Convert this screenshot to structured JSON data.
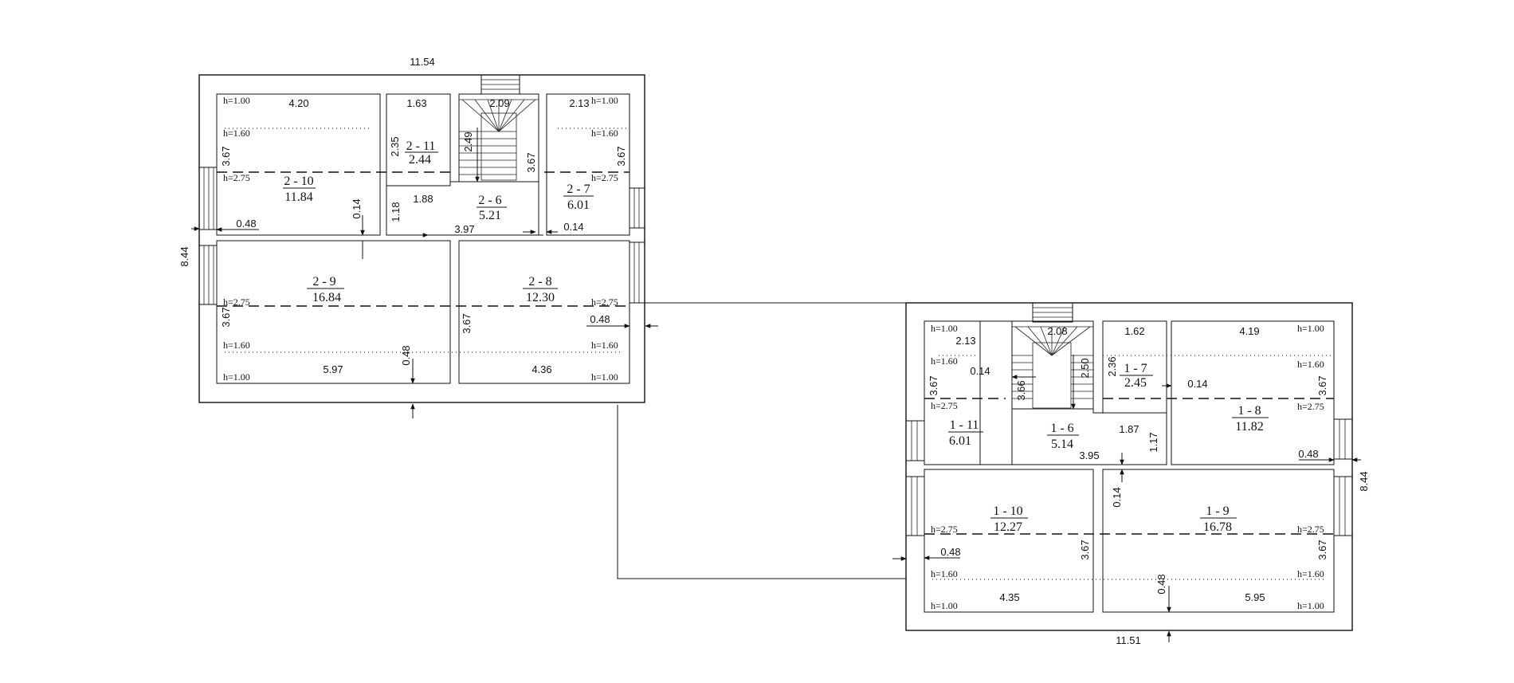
{
  "plan_two": {
    "width_label": "11.54",
    "depth_label": "8.44",
    "rooms": [
      {
        "id": "2 - 10",
        "area": "11.84"
      },
      {
        "id": "2 - 11",
        "area": "2.44"
      },
      {
        "id": "2 - 6",
        "area": "5.21"
      },
      {
        "id": "2 - 7",
        "area": "6.01"
      },
      {
        "id": "2 - 9",
        "area": "16.84"
      },
      {
        "id": "2 - 8",
        "area": "12.30"
      }
    ],
    "dims": [
      "4.20",
      "1.63",
      "2.09",
      "2.13",
      "3.67",
      "2.35",
      "2.49",
      "3.67",
      "3.67",
      "1.18",
      "1.88",
      "3.97",
      "0.14",
      "0.48",
      "0.14",
      "3.67",
      "3.67",
      "0.48",
      "0.48",
      "5.97",
      "4.36"
    ],
    "heights": [
      "h=1.00",
      "h=1.60",
      "h=2.75",
      "h=1.00",
      "h=1.60",
      "h=2.75",
      "h=2.75",
      "h=1.60",
      "h=1.00",
      "h=2.75",
      "h=1.60",
      "h=1.00"
    ]
  },
  "plan_one": {
    "width_label": "11.51",
    "depth_label": "8.44",
    "rooms": [
      {
        "id": "1 - 11",
        "area": "6.01"
      },
      {
        "id": "1 - 6",
        "area": "5.14"
      },
      {
        "id": "1 - 7",
        "area": "2.45"
      },
      {
        "id": "1 - 8",
        "area": "11.82"
      },
      {
        "id": "1 - 10",
        "area": "12.27"
      },
      {
        "id": "1 - 9",
        "area": "16.78"
      }
    ],
    "dims": [
      "2.13",
      "2.08",
      "1.62",
      "4.19",
      "3.67",
      "0.14",
      "3.66",
      "2.50",
      "2.36",
      "0.14",
      "3.67",
      "1.87",
      "1.17",
      "3.95",
      "0.48",
      "0.14",
      "0.48",
      "3.67",
      "3.67",
      "0.48",
      "4.35",
      "5.95"
    ],
    "heights": [
      "h=1.00",
      "h=1.60",
      "h=2.75",
      "h=1.00",
      "h=1.60",
      "h=2.75",
      "h=2.75",
      "h=1.60",
      "h=1.00",
      "h=2.75",
      "h=1.60",
      "h=1.00"
    ]
  }
}
